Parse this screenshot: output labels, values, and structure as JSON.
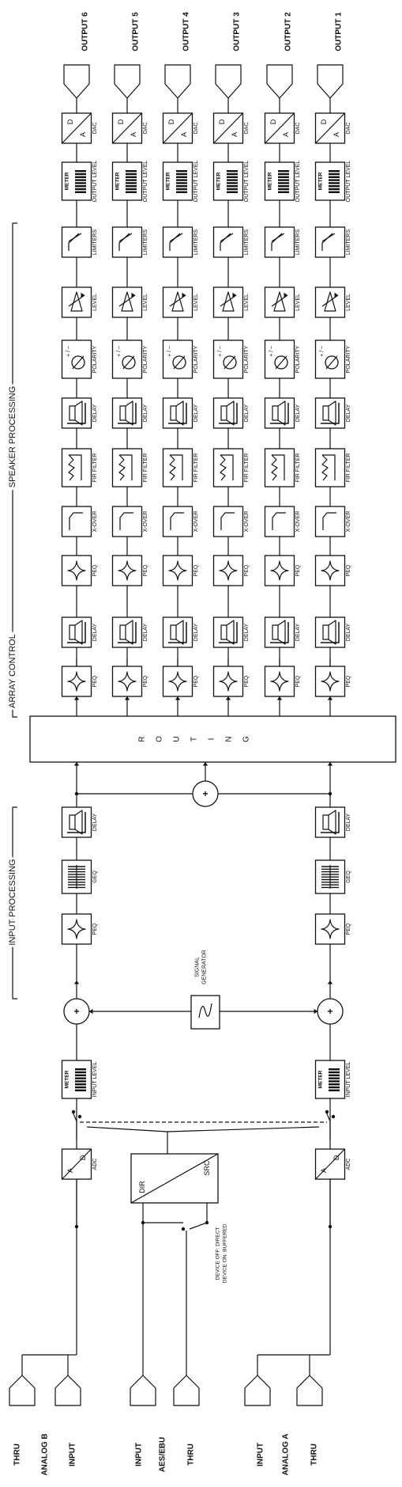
{
  "outputs": [
    "OUTPUT 6",
    "OUTPUT 5",
    "OUTPUT 4",
    "OUTPUT 3",
    "OUTPUT 2",
    "OUTPUT 1"
  ],
  "labels": {
    "dac": "DAC",
    "dac_d": "D",
    "dac_a": "A",
    "meter": "METER",
    "output_level": "OUTPUT LEVEL",
    "limiters": "LIMITERS",
    "level": "LEVEL",
    "polarity": "POLARITY",
    "polarity_sign": "+ / –",
    "delay": "DELAY",
    "fir_filter": "FIR FILTER",
    "xover": "X-OVER",
    "peq": "PEQ",
    "routing": "ROUTING",
    "geq": "GEQ",
    "input_level": "INPUT LEVEL",
    "adc": "ADC",
    "adc_a": "A",
    "adc_d": "D",
    "signal_generator_1": "SIGNAL",
    "signal_generator_2": "GENERATOR",
    "dir": "DIR",
    "src": "SRC",
    "device_off": "DEVICE OFF: DIRECT",
    "device_on": "DEVICE ON:  BUFFERED",
    "plus": "+"
  },
  "sections": {
    "speaker_processing": "SPEAKER PROCESSING",
    "array_control": "ARRAY CONTROL",
    "input_processing": "INPUT PROCESSING"
  },
  "inputs": {
    "thru_b": "THRU",
    "analog_b": "ANALOG B",
    "input_b": "INPUT",
    "input_aes": "INPUT",
    "aes_ebu": "AES/EBU",
    "thru_aes": "THRU",
    "input_a": "INPUT",
    "analog_a": "ANALOG A",
    "thru_a": "THRU"
  }
}
